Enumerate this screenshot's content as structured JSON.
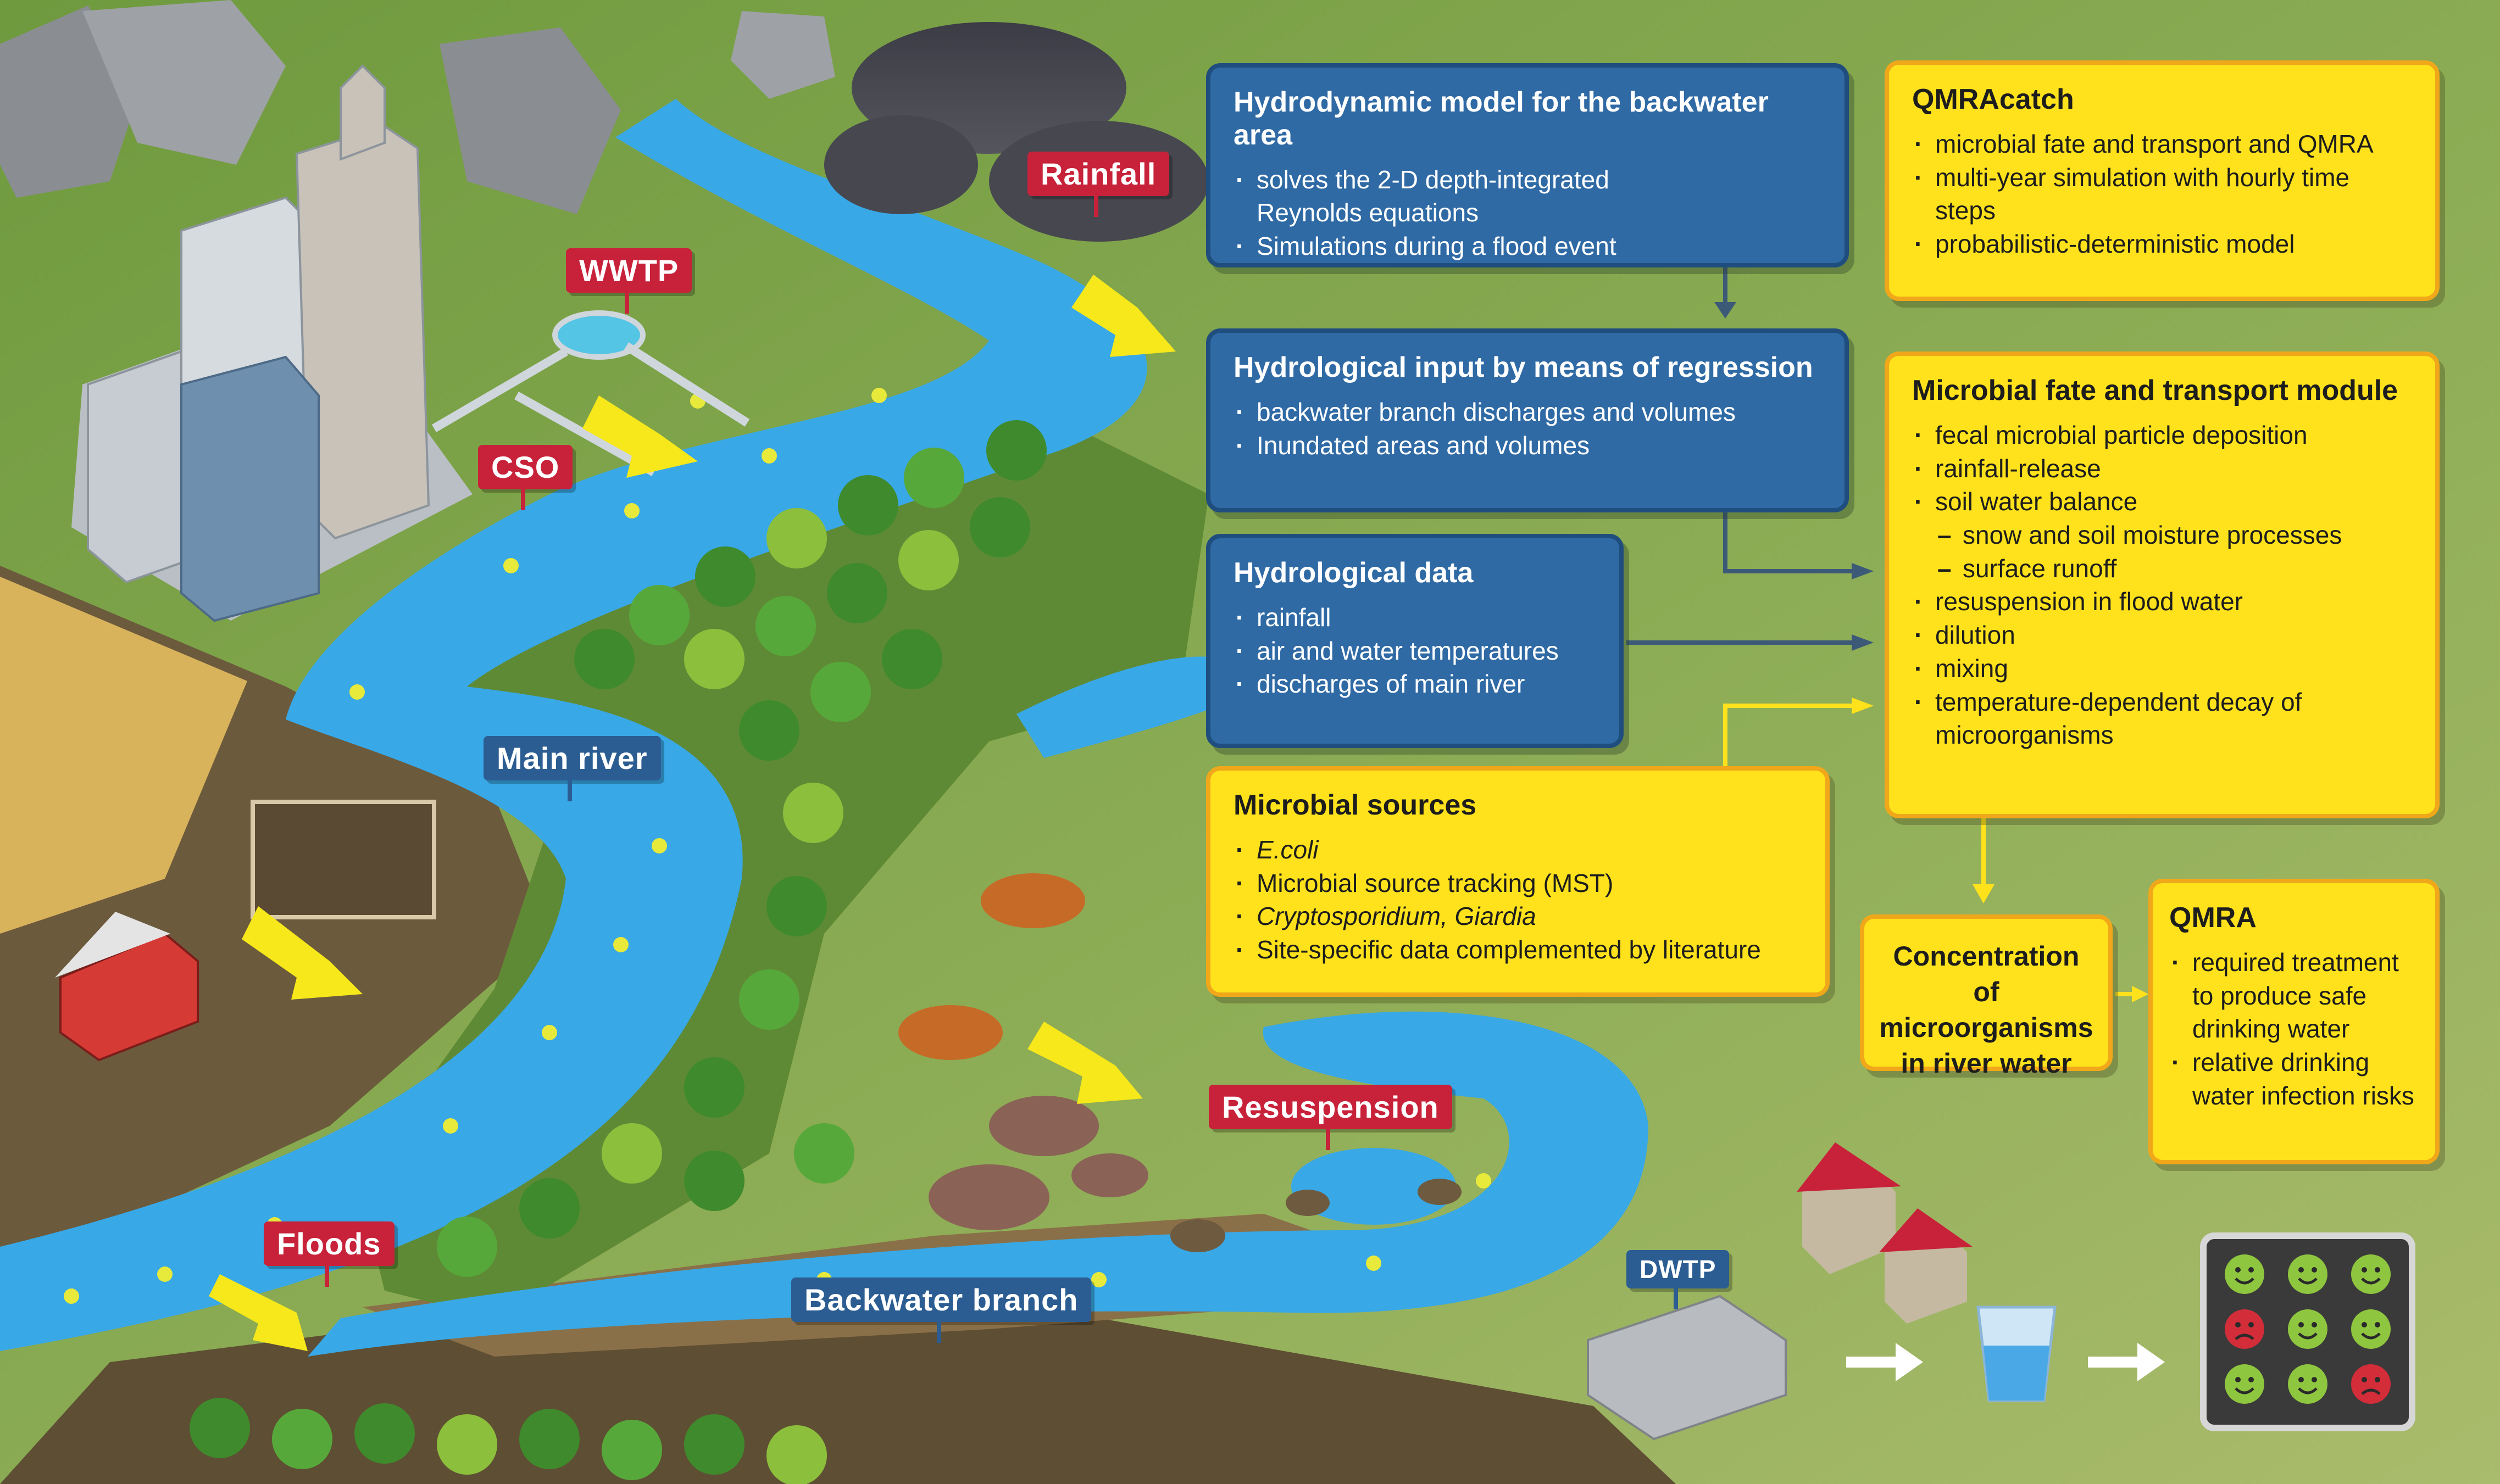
{
  "boxes": {
    "hydrodynamic": {
      "title": "Hydrodynamic model for the backwater area",
      "items": [
        "solves the 2-D depth-integrated Reynolds equations",
        "Simulations during a flood event"
      ]
    },
    "hydro_input": {
      "title": "Hydrological input by means of regression",
      "items": [
        "backwater branch discharges and volumes",
        "Inundated areas and volumes"
      ]
    },
    "hydro_data": {
      "title": "Hydrological data",
      "items": [
        "rainfall",
        "air and water temperatures",
        "discharges of main river"
      ]
    },
    "microbial_sources": {
      "title": "Microbial sources",
      "items": [
        "E.coli",
        "Microbial source tracking (MST)",
        "Cryptosporidium, Giardia",
        "Site-specific data complemented by literature"
      ]
    },
    "qmracatch": {
      "title": "QMRAcatch",
      "items": [
        "microbial fate and transport and QMRA",
        "multi-year simulation with hourly time steps",
        "probabilistic-deterministic model"
      ]
    },
    "fate_module": {
      "title": "Microbial fate and transport module",
      "items": [
        "fecal microbial particle deposition",
        "rainfall-release",
        "soil water balance",
        "snow and soil moisture processes",
        "surface runoff",
        "resuspension in flood water",
        "dilution",
        "mixing",
        "temperature-dependent decay of microorganisms"
      ]
    },
    "concentration": {
      "title": "Concentration of microorganisms in river water"
    },
    "qmra": {
      "title": "QMRA",
      "items": [
        "required treatment to produce safe drinking water",
        "relative drinking water infection risks"
      ]
    }
  },
  "labels": {
    "rainfall": "Rainfall",
    "wwtp": "WWTP",
    "cso": "CSO",
    "main_river": "Main river",
    "resuspension": "Resuspension",
    "floods": "Floods",
    "backwater_branch": "Backwater branch",
    "dwtp": "DWTP"
  },
  "colors": {
    "blue_box": "#2f6aa5",
    "yellow_box": "#ffe21c",
    "red_tag": "#c8223a",
    "navy_tag": "#2b5d92",
    "river": "#39a8e6",
    "grass": "#7fa24a"
  },
  "risk_faces": [
    "happy",
    "happy",
    "happy",
    "sad",
    "happy",
    "happy",
    "happy",
    "happy",
    "sad"
  ]
}
